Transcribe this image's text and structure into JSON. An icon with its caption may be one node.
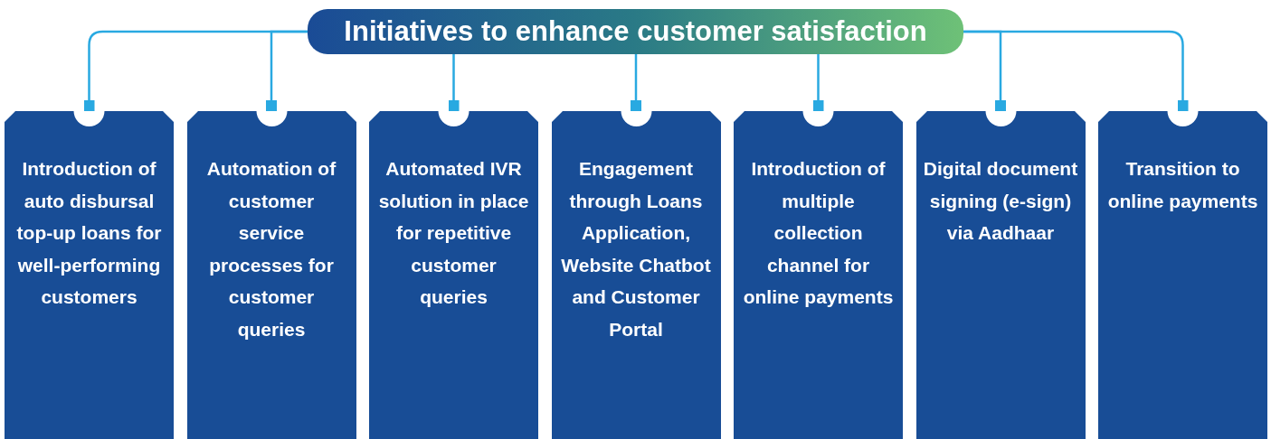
{
  "diagram": {
    "nodes": [
      {
        "text": [
          "Initiatives to enhance customer satisfaction"
        ]
      },
      {
        "text": [
          "Introduction of auto disbursal top-up loans for well-performing customers"
        ]
      },
      {
        "text": [
          "Automation of customer service processes for customer queries"
        ]
      },
      {
        "text": [
          "Automated IVR solution in place for repetitive customer queries"
        ]
      },
      {
        "text": [
          "Engagement through Loans Application, Website Chatbot and Customer Portal"
        ]
      },
      {
        "text": [
          "Introduction of multiple collection channel for online payments"
        ]
      },
      {
        "text": [
          "Digital document signing (e-sign) via Aadhaar"
        ]
      },
      {
        "text": [
          "Transition to online payments"
        ]
      }
    ],
    "edges": [
      {
        "from": 0,
        "to": 1,
        "arrow": "other"
      },
      {
        "from": 0,
        "to": 2,
        "arrow": "other"
      },
      {
        "from": 0,
        "to": 3,
        "arrow": "other"
      },
      {
        "from": 0,
        "to": 4,
        "arrow": "other"
      },
      {
        "from": 0,
        "to": 5,
        "arrow": "other"
      },
      {
        "from": 0,
        "to": 6,
        "arrow": "other"
      },
      {
        "from": 0,
        "to": 7,
        "arrow": "other"
      }
    ]
  }
}
